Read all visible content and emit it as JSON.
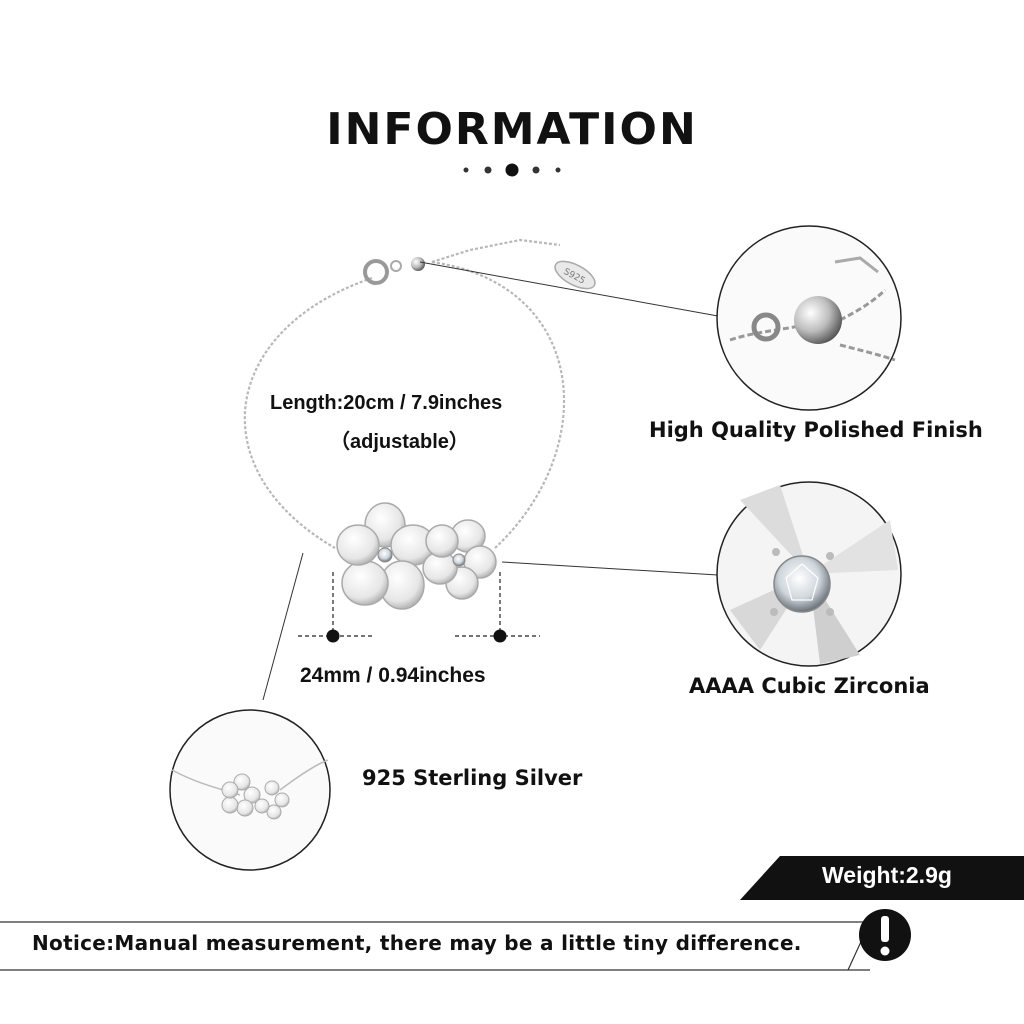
{
  "header": {
    "title": "INFORMATION"
  },
  "product": {
    "length_label": "Length:20cm / 7.9inches",
    "adjustable_label": "（adjustable）",
    "charm_size_label": "24mm / 0.94inches",
    "tag_text": "S925"
  },
  "features": [
    {
      "label": "High Quality Polished Finish",
      "icon": "bead-closeup"
    },
    {
      "label": "AAAA Cubic Zirconia",
      "icon": "gem-closeup"
    },
    {
      "label": "925 Sterling Silver",
      "icon": "flower-closeup"
    }
  ],
  "weight": {
    "label": "Weight:2.9g"
  },
  "notice": {
    "text": "Notice:Manual measurement, there may be a little tiny difference.",
    "icon": "exclamation-icon"
  },
  "colors": {
    "text": "#111111",
    "banner": "#111111",
    "silver": "#c8c8c8",
    "background": "#ffffff"
  }
}
